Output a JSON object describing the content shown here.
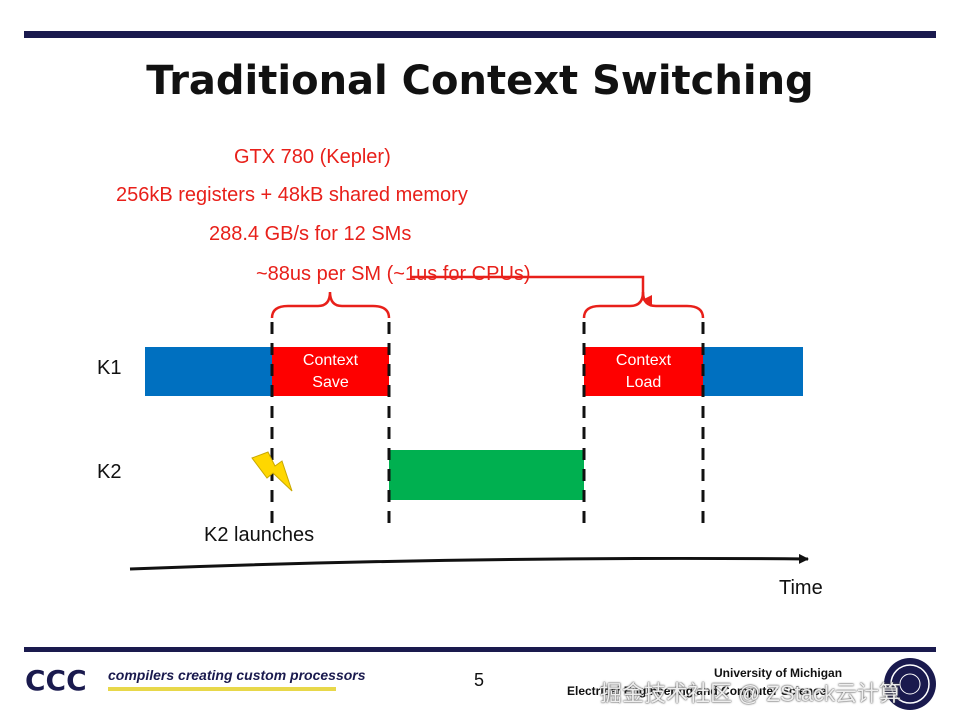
{
  "title": "Traditional Context Switching",
  "notes": {
    "gpu": "GTX 780 (Kepler)",
    "capacity": "256kB registers + 48kB shared memory",
    "bandwidth": "288.4 GB/s for 12 SMs",
    "latency": "~88us per SM  (~1us for CPUs)"
  },
  "lanes": {
    "k1": "K1",
    "k2": "K2"
  },
  "blocks": {
    "context_save": [
      "Context",
      "Save"
    ],
    "context_load": [
      "Context",
      "Load"
    ]
  },
  "event_label": "K2 launches",
  "axis_label": "Time",
  "footer": {
    "logo_text": "CCC",
    "tagline": "compilers creating custom processors",
    "page_number": "5",
    "university": "University of Michigan",
    "department": "Electrical Engineering and Computer Science",
    "watermark": "掘金技术社区 @ ZStack云计算"
  },
  "colors": {
    "rule": "#1a1a4e",
    "red": "#e8201a",
    "k1_blue": "#0070c0",
    "k2_green": "#00b050",
    "bolt": "#ffd700"
  }
}
